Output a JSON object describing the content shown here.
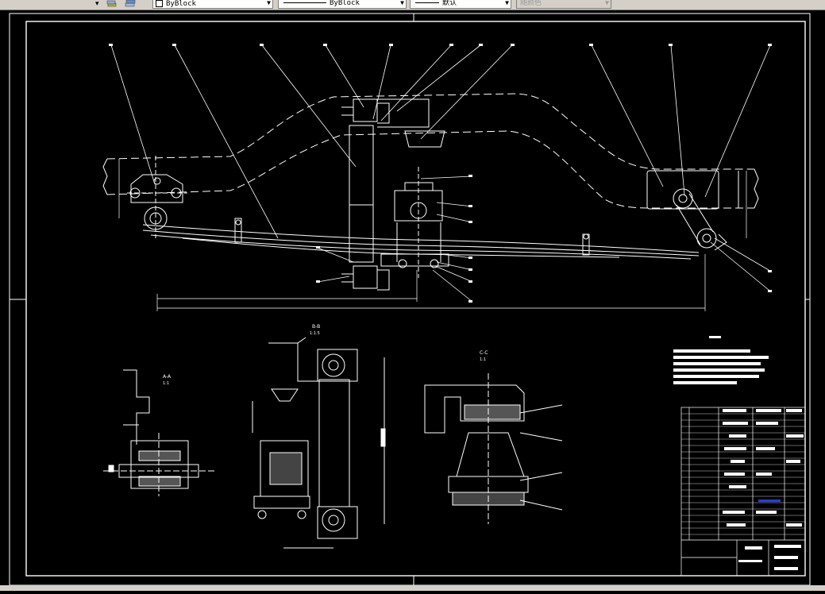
{
  "toolbar": {
    "layer_combo": "",
    "color_combo": "ByBlock",
    "linetype_combo": "ByBlock",
    "lineweight_combo": "默认",
    "plotstyle_combo": "随颜色"
  },
  "drawing": {
    "section_bb_label": "B-B",
    "section_bb_scale": "1:1.5",
    "section_aa_label": "A-A",
    "section_aa_scale": "1:1",
    "section_cc_label": "C-C",
    "section_cc_scale": "1:1"
  },
  "colors": {
    "background": "#000000",
    "lines": "#ffffff",
    "highlight": "#1e3cff"
  }
}
